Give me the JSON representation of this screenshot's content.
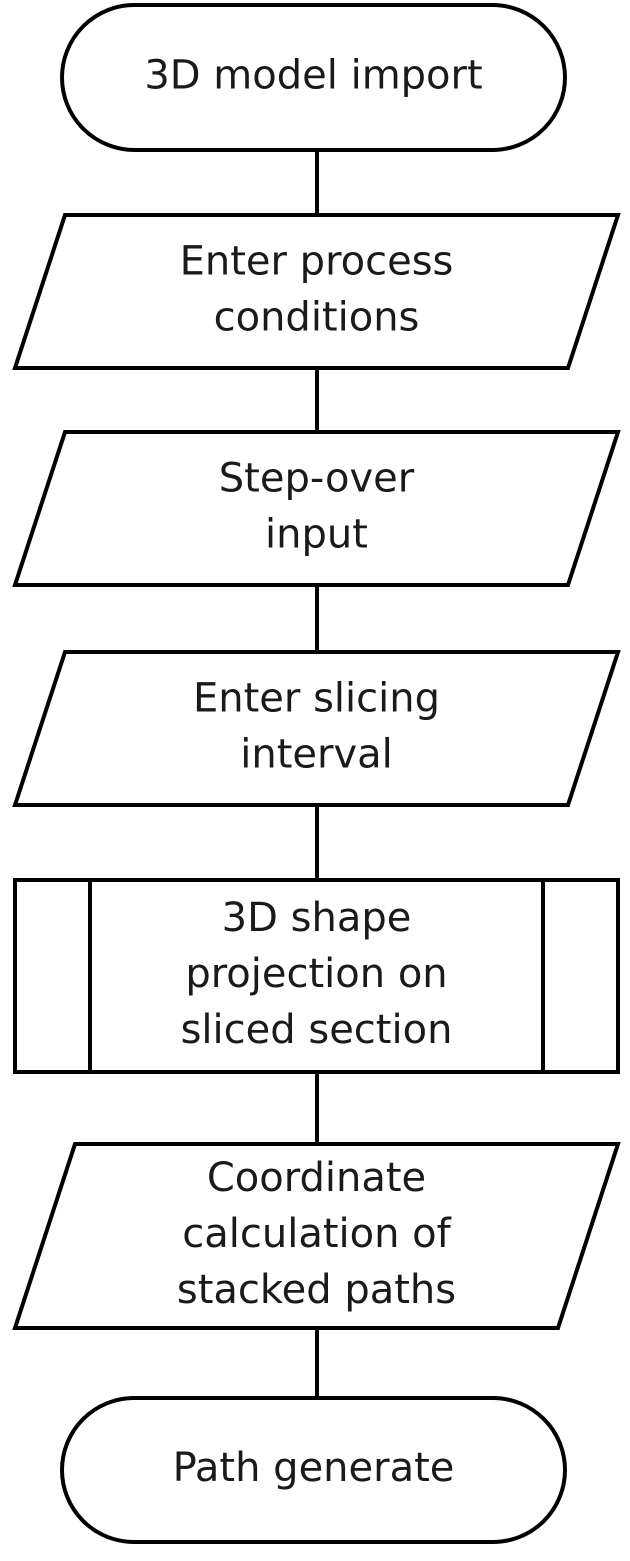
{
  "flowchart": {
    "nodes": [
      {
        "id": "start",
        "shape": "terminator",
        "lines": [
          "3D model import"
        ]
      },
      {
        "id": "process-conditions",
        "shape": "io",
        "lines": [
          "Enter process",
          "conditions"
        ]
      },
      {
        "id": "step-over",
        "shape": "io",
        "lines": [
          "Step-over",
          "input"
        ]
      },
      {
        "id": "slicing-interval",
        "shape": "io",
        "lines": [
          "Enter slicing",
          "interval"
        ]
      },
      {
        "id": "projection",
        "shape": "predefined-process",
        "lines": [
          "3D shape",
          "projection on",
          "sliced section"
        ]
      },
      {
        "id": "coordinate-calc",
        "shape": "io",
        "lines": [
          "Coordinate",
          "calculation of",
          "stacked paths"
        ]
      },
      {
        "id": "end",
        "shape": "terminator",
        "lines": [
          "Path generate"
        ]
      }
    ],
    "edges": [
      [
        "start",
        "process-conditions"
      ],
      [
        "process-conditions",
        "step-over"
      ],
      [
        "step-over",
        "slicing-interval"
      ],
      [
        "slicing-interval",
        "projection"
      ],
      [
        "projection",
        "coordinate-calc"
      ],
      [
        "coordinate-calc",
        "end"
      ]
    ],
    "colors": {
      "stroke": "#000000",
      "fill": "#ffffff",
      "text": "#1a1a1a"
    }
  }
}
